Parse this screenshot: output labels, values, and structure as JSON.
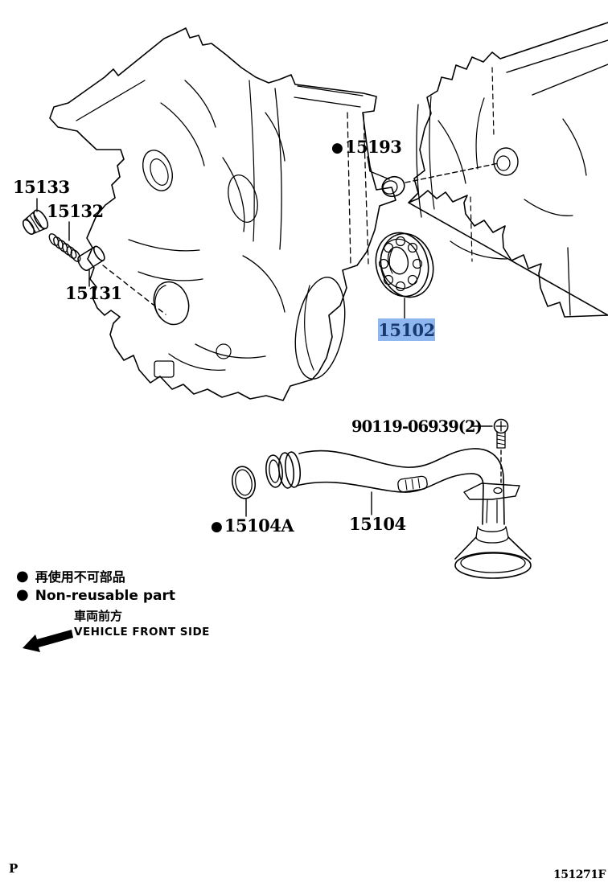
{
  "figure": {
    "page_code": "P",
    "figure_code": "151271F"
  },
  "colors": {
    "line": "#000000",
    "background": "#ffffff",
    "highlight_bg": "#8EB6EF",
    "highlight_text": "#17396F"
  },
  "icons": {
    "bullet": "●"
  },
  "callouts": {
    "c15133": {
      "label": "15133",
      "non_reusable": false
    },
    "c15132": {
      "label": "15132",
      "non_reusable": false
    },
    "c15131": {
      "label": "15131",
      "non_reusable": false
    },
    "c15193": {
      "label": "15193",
      "non_reusable": true
    },
    "c15102": {
      "label": "15102",
      "highlighted": true
    },
    "c90119": {
      "label": "90119-06939(2)"
    },
    "c15104a": {
      "label": "15104A",
      "non_reusable": true
    },
    "c15104": {
      "label": "15104"
    }
  },
  "legend": {
    "non_reusable_jp": "再使用不可部品",
    "non_reusable_en": "Non-reusable part"
  },
  "orientation": {
    "front_jp": "車両前方",
    "front_en": "VEHICLE FRONT SIDE"
  }
}
